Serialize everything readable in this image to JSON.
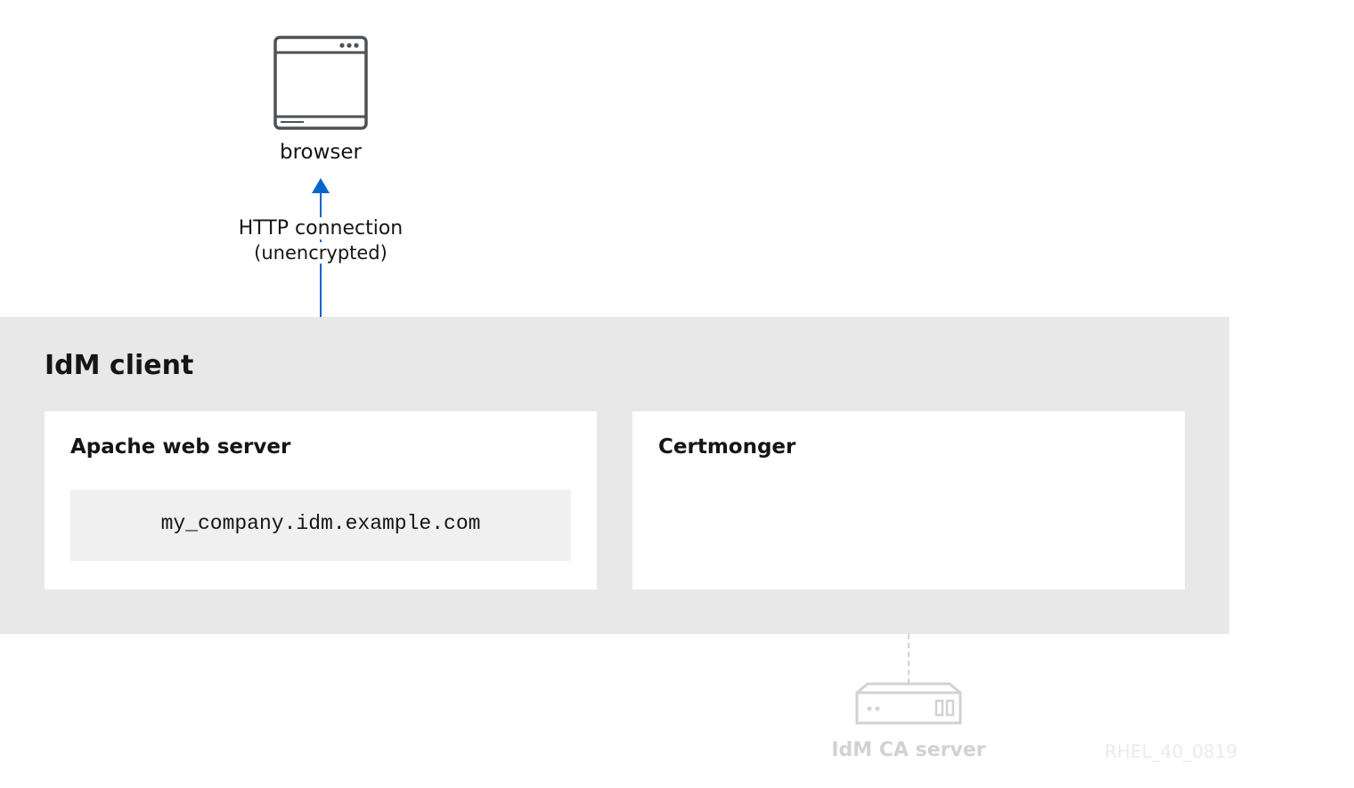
{
  "browser": {
    "label": "browser",
    "icon": "browser-window-icon"
  },
  "connection": {
    "title": "HTTP connection",
    "subtitle": "(unencrypted)",
    "arrow_color": "#0066cc"
  },
  "client": {
    "title": "IdM client",
    "apache": {
      "title": "Apache web server",
      "domain": "my_company.idm.example.com"
    },
    "certmonger": {
      "title": "Certmonger"
    }
  },
  "ca_server": {
    "label": "IdM CA server",
    "icon": "server-icon"
  },
  "reference": "RHEL_40_0819"
}
